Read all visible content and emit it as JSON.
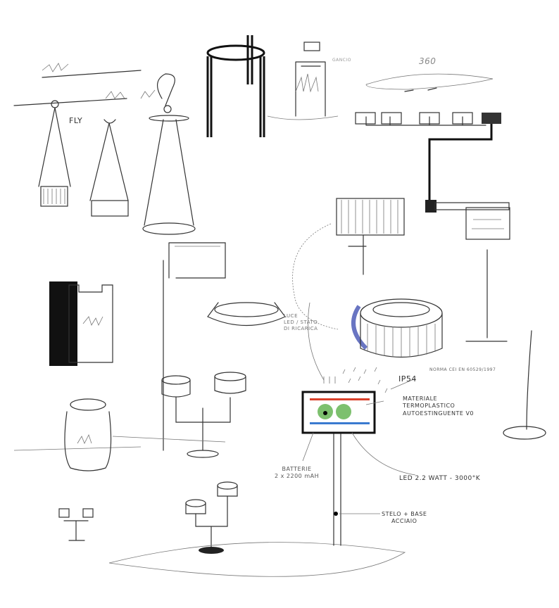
{
  "labels": {
    "fly": "FLY",
    "rotation": "360",
    "hook": "GANCIO",
    "led_light": "LUCE\nLED / STATO\nDI RICARICA",
    "ip_rating": "IP54",
    "norm": "NORMA CEI EN 60529/1997",
    "material": "MATERIALE\nTERMOPLASTICO\nAUTOESTINGUENTE V0",
    "battery": "BATTERIE\n2 x 2200 mAH",
    "led_power": "LED 2.2 WATT - 3000°K",
    "stem_base": "STELO + BASE\nACCIAIO"
  },
  "colors": {
    "accent_blue": "#2a3aa8",
    "lens_green": "#5cb04a",
    "strip_red": "#d9402a",
    "strip_blue": "#3a7ad0"
  }
}
